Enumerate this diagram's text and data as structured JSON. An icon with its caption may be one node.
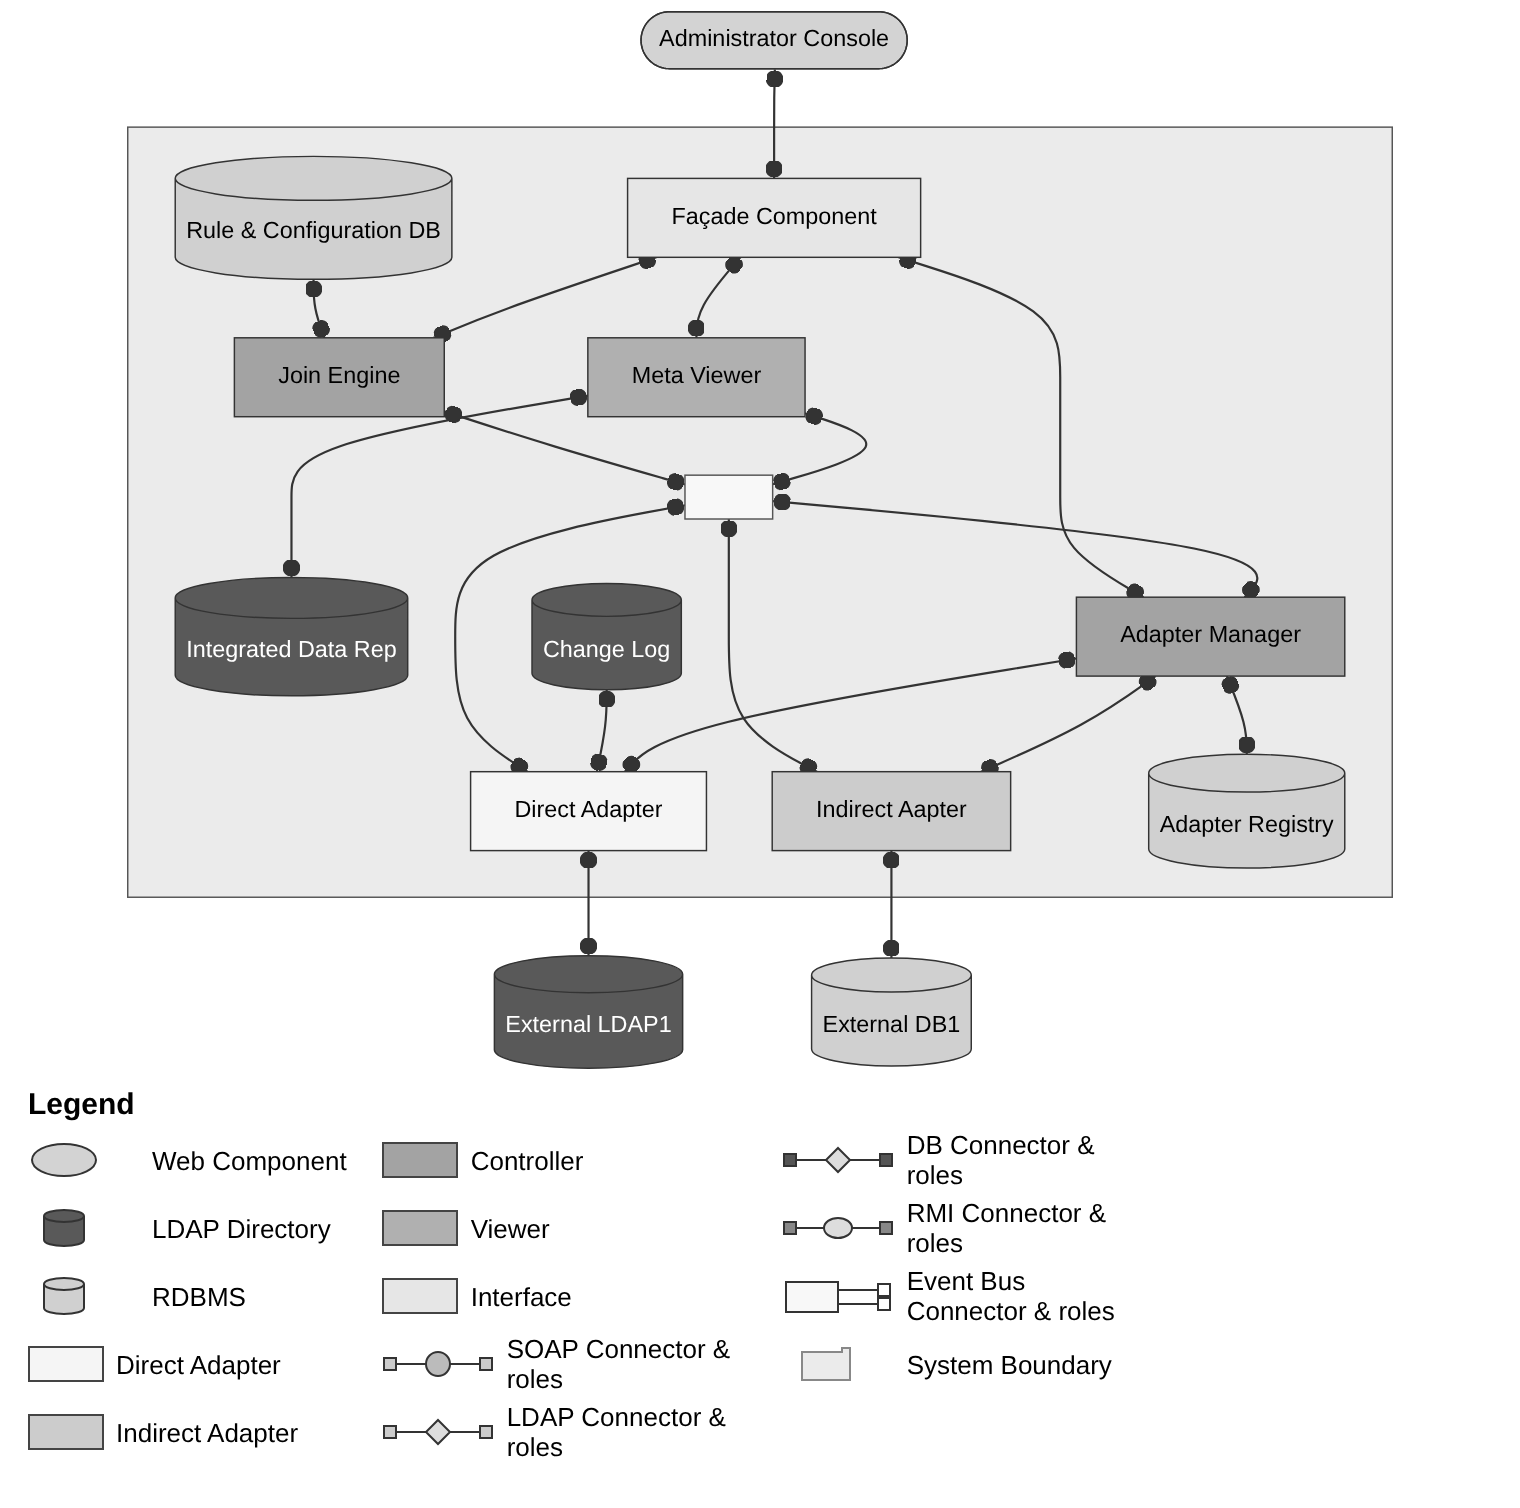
{
  "diagram": {
    "nodes": [
      {
        "text": [],
        "shape": "box"
      },
      {
        "text": [
          "Administrator Console"
        ]
      },
      {
        "text": [
          "Façade Component"
        ],
        "in": 0
      },
      {
        "text": [
          "Rule & Configuration DB"
        ],
        "in": 0
      },
      {
        "text": [
          "Join Engine"
        ],
        "in": 0
      },
      {
        "text": [
          "Meta Viewer"
        ],
        "in": 0
      },
      {
        "text": [
          "Integrated Data Rep"
        ],
        "in": 0
      },
      {
        "text": [],
        "shape": "bar",
        "in": 0
      },
      {
        "text": [
          "Change Log"
        ],
        "in": 0
      },
      {
        "text": [
          "Direct Adapter"
        ],
        "in": 0
      },
      {
        "text": [
          "Indirect Aapter"
        ],
        "in": 0
      },
      {
        "text": [
          "Adapter Manager"
        ],
        "in": 0
      },
      {
        "text": [
          "Adapter Registry"
        ],
        "in": 0
      },
      {
        "text": [
          "External LDAP1"
        ]
      },
      {
        "text": [
          "External DB1"
        ]
      }
    ],
    "edges": [
      {
        "from": 1,
        "to": 2,
        "arrow": "other"
      },
      {
        "from": 3,
        "to": 4,
        "arrow": "other"
      },
      {
        "from": 5,
        "to": 6,
        "arrow": "other"
      },
      {
        "from": 2,
        "to": 4,
        "arrow": "other"
      },
      {
        "from": 2,
        "to": 5,
        "arrow": "other"
      },
      {
        "from": 2,
        "to": 11,
        "arrow": "other"
      },
      {
        "from": 4,
        "to": 7,
        "arrow": "other"
      },
      {
        "from": 5,
        "to": 7,
        "arrow": "other"
      },
      {
        "from": 7,
        "to": 9,
        "arrow": "other"
      },
      {
        "from": 7,
        "to": 10,
        "arrow": "other"
      },
      {
        "from": 7,
        "to": 11,
        "arrow": "other"
      },
      {
        "from": 8,
        "to": 9,
        "arrow": "other"
      },
      {
        "from": 11,
        "to": 12,
        "arrow": "other"
      },
      {
        "from": 11,
        "to": 9,
        "arrow": "other"
      },
      {
        "from": 11,
        "to": 10,
        "arrow": "other"
      },
      {
        "from": 9,
        "to": 13,
        "arrow": "other"
      },
      {
        "from": 10,
        "to": 14,
        "arrow": "other"
      }
    ],
    "labels": [
      "Legend"
    ],
    "legend": [
      {
        "text": "Web Component"
      },
      {
        "text": "LDAP Directory"
      },
      {
        "text": "RDBMS"
      },
      {
        "text": "Direct Adapter",
        "color": "#f5f5f5"
      },
      {
        "text": "Indirect Adapter",
        "color": "#cccccc"
      },
      {
        "text": "Controller",
        "color": "#a3a3a3"
      },
      {
        "text": "Viewer",
        "color": "#b0b0b0"
      },
      {
        "text": "Interface",
        "color": "#e6e6e6"
      },
      {
        "text": "SOAP Connector & roles"
      },
      {
        "text": "LDAP Connector & roles"
      },
      {
        "text": "DB Connector & roles"
      },
      {
        "text": "RMI Connector & roles"
      },
      {
        "text": "Event Bus Connector & roles"
      },
      {
        "text": "System Boundary"
      }
    ]
  }
}
